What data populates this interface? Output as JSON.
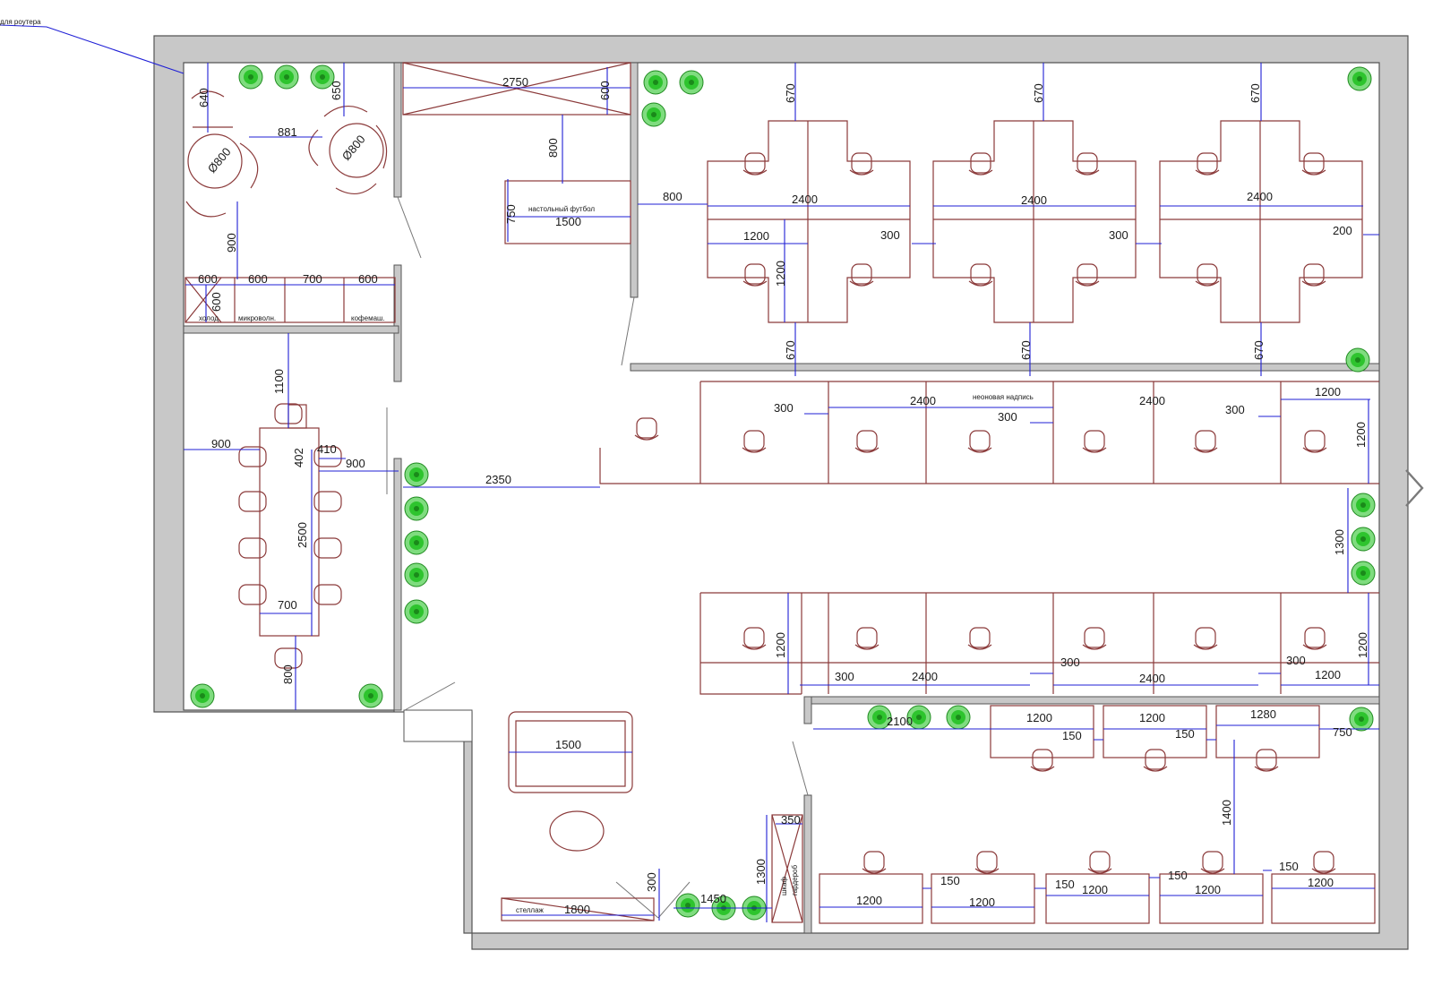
{
  "annotations": {
    "router_note": "для роутера",
    "foosball": "настольный футбол",
    "fridge": "холод.",
    "microwave": "микроволн.",
    "coffee": "кофемаш.",
    "neon_sign": "неоновая надпись",
    "shelving": "стеллаж",
    "wardrobe": "шкаф",
    "wardrobe2": "гардероб"
  },
  "dimensions": {
    "d_640": "640",
    "d_650": "650",
    "d_881": "881",
    "d_800_a": "Ø800",
    "d_800_b": "Ø800",
    "d_900_v": "900",
    "d_600_a": "600",
    "d_600_b": "600",
    "d_700_k": "700",
    "d_600_c": "600",
    "d_600_v": "600",
    "d_2750": "2750",
    "d_600_r": "600",
    "d_800_f": "800",
    "d_750": "750",
    "d_1500_f": "1500",
    "d_800_w": "800",
    "d_670_1": "670",
    "d_670_2": "670",
    "d_670_3": "670",
    "d_670_4": "670",
    "d_670_5": "670",
    "d_670_6": "670",
    "d_2400_1": "2400",
    "d_2400_2": "2400",
    "d_2400_3": "2400",
    "d_1200_h": "1200",
    "d_1200_v": "1200",
    "d_300_1": "300",
    "d_300_2": "300",
    "d_200": "200",
    "d_1100": "1100",
    "d_900_m": "900",
    "d_402": "402",
    "d_410": "410",
    "d_900_m2": "900",
    "d_2500": "2500",
    "d_700_m": "700",
    "d_800_m": "800",
    "d_2350": "2350",
    "d_300_3": "300",
    "d_2400_4": "2400",
    "d_300_4": "300",
    "d_2400_5": "2400",
    "d_300_5": "300",
    "d_1200_6": "1200",
    "d_1200_7": "1200",
    "d_1300": "1300",
    "d_1200_8": "1200",
    "d_300_6": "300",
    "d_2400_6": "2400",
    "d_300_7": "300",
    "d_2400_7": "2400",
    "d_300_8": "300",
    "d_1200_9": "1200",
    "d_1200_10": "1200",
    "d_2100": "2100",
    "d_1200_11": "1200",
    "d_150_1": "150",
    "d_1200_12": "1200",
    "d_150_2": "150",
    "d_1280": "1280",
    "d_750_r": "750",
    "d_1500_s": "1500",
    "d_350": "350",
    "d_1300_s": "1300",
    "d_300_s": "300",
    "d_1450": "1450",
    "d_1800": "1800",
    "d_1400": "1400",
    "d_150_3": "150",
    "d_150_4": "150",
    "d_150_5": "150",
    "d_150_6": "150",
    "d_1200_b1": "1200",
    "d_1200_b2": "1200",
    "d_1200_b3": "1200",
    "d_1200_b4": "1200",
    "d_1200_b5": "1200"
  },
  "colors": {
    "wall": "#c8c8c8",
    "wall_stroke": "#555555",
    "furniture": "#8b3a3a",
    "dimension": "#1f1fd6",
    "plant": "#33cc33",
    "plant_dark": "#1f8a1f"
  },
  "controls": {
    "next_icon": "chevron-right-icon"
  }
}
